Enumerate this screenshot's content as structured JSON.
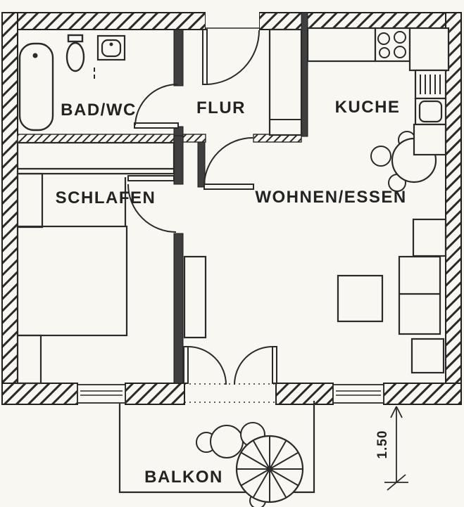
{
  "document": {
    "kind_label": "apartment floor plan (scanned)",
    "rooms": [
      {
        "id": "bad-wc",
        "label": "BAD/WC"
      },
      {
        "id": "flur",
        "label": "FLUR"
      },
      {
        "id": "kueche",
        "label": "KUCHE"
      },
      {
        "id": "schlafen",
        "label": "SCHLAFEN"
      },
      {
        "id": "wohnen-essen",
        "label": "WOHNEN/ESSEN"
      },
      {
        "id": "balkon",
        "label": "BALKON"
      }
    ],
    "dimension": {
      "value": "1.50"
    },
    "fixtures": [
      "bathtub-icon",
      "toilet-icon",
      "washbasin-icon",
      "wardrobe-icon",
      "dresser-icon",
      "bed-icon",
      "entrance-door-icon",
      "bath-door-icon",
      "bedroom-door-icon",
      "living-door-icon",
      "balcony-french-door-icon",
      "kitchen-counter-icon",
      "stove-icon",
      "kitchen-sink-icon",
      "kitchen-appliance-icon",
      "hall-closet-icon",
      "dining-table-icon",
      "dining-chair-icon",
      "sofa-icon",
      "side-table-icon",
      "coffee-table-icon",
      "shelf-icon",
      "window-icon",
      "parasol-icon",
      "plant-icon",
      "dimension-arrow-icon"
    ],
    "colors": {
      "paper": "#f8f7f2",
      "ink": "#2a2a2a",
      "interior_wall_fill": "#3f3f3f"
    }
  }
}
